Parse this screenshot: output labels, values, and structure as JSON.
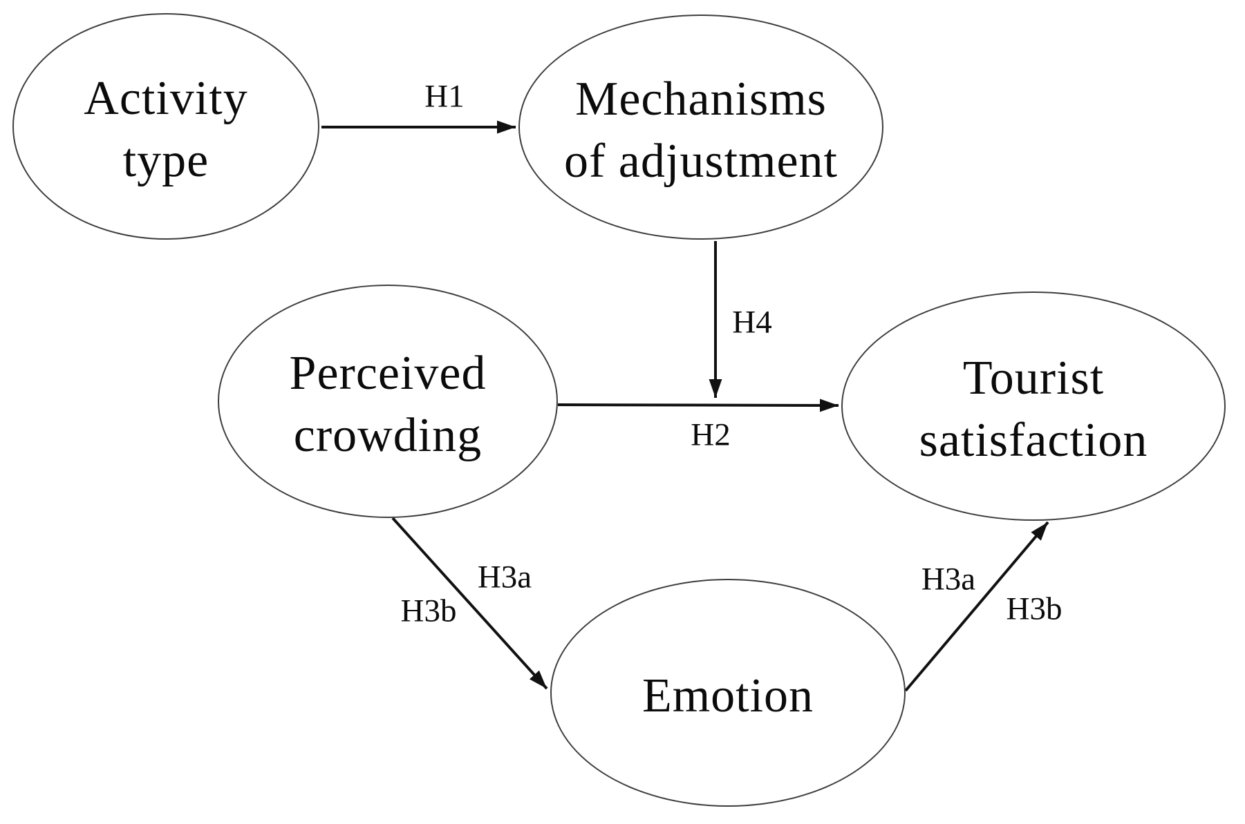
{
  "diagram": {
    "type": "hypothesis-path-model",
    "background": "#ffffff",
    "stroke_color": "#1a1a1a",
    "text_color": "#0b0b0b"
  },
  "nodes": {
    "activity_type": {
      "line1": "Activity",
      "line2": "type"
    },
    "mechanisms": {
      "line1": "Mechanisms",
      "line2": "of adjustment"
    },
    "perceived_crowding": {
      "line1": "Perceived",
      "line2": "crowding"
    },
    "tourist_satisfaction": {
      "line1": "Tourist",
      "line2": "satisfaction"
    },
    "emotion": {
      "line1": "Emotion"
    }
  },
  "hypothesis_labels": {
    "h1": "H1",
    "h2": "H2",
    "h4": "H4",
    "h3a": "H3a",
    "h3b": "H3b"
  },
  "edges": [
    {
      "from": "Activity type",
      "to": "Mechanisms of adjustment",
      "labels": [
        "H1"
      ]
    },
    {
      "from": "Mechanisms of adjustment",
      "to": "Perceived crowding → Tourist satisfaction path",
      "labels": [
        "H4"
      ]
    },
    {
      "from": "Perceived crowding",
      "to": "Tourist satisfaction",
      "labels": [
        "H2"
      ]
    },
    {
      "from": "Perceived crowding",
      "to": "Emotion",
      "labels": [
        "H3a",
        "H3b"
      ]
    },
    {
      "from": "Emotion",
      "to": "Tourist satisfaction",
      "labels": [
        "H3a",
        "H3b"
      ]
    }
  ]
}
